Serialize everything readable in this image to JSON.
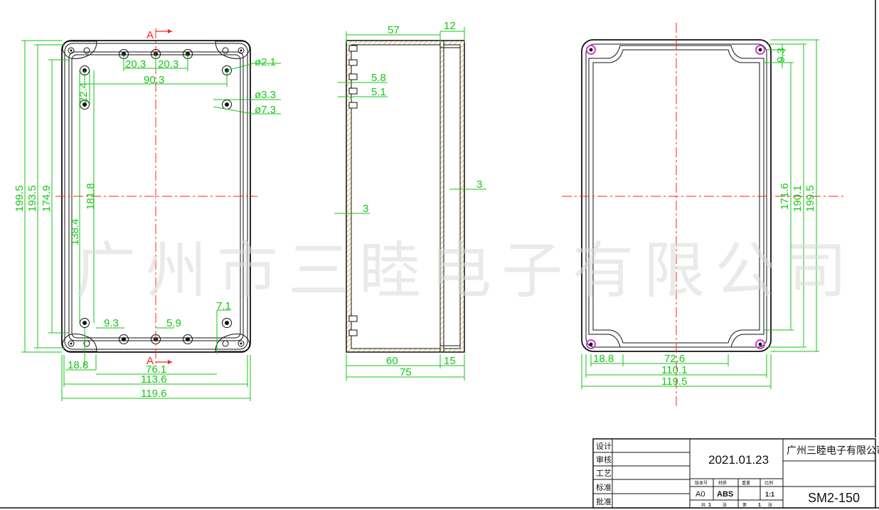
{
  "section_marks": {
    "top": "A",
    "bottom": "A"
  },
  "front_view": {
    "hole_pitch_1": "20.3",
    "hole_pitch_2": "20.3",
    "hole_span": "90.3",
    "hole_dia_small": "ø2.1",
    "hole_dia_mid": "ø3.3",
    "hole_dia_large": "ø7.3",
    "edge_offset_v": "22.4",
    "height_overall": "199.5",
    "height_2": "193.5",
    "height_3": "174.9",
    "height_4": "181.8",
    "height_5": "138.4",
    "boss_offset": "9.3",
    "boss_dia": "5.9",
    "corner_offset": "7.1",
    "width_offset": "18.8",
    "width_1": "76.1",
    "width_2": "113.6",
    "width_overall": "119.6"
  },
  "side_view": {
    "depth_body": "57",
    "depth_lid": "12",
    "groove_1": "5.8",
    "groove_2": "5.1",
    "wall_right": "3",
    "wall_left": "3",
    "bottom_body": "60",
    "bottom_lid": "15",
    "bottom_total": "75"
  },
  "back_view": {
    "corner_offset": "9.3",
    "height_1": "171.6",
    "height_2": "190.1",
    "height_overall": "199.5",
    "width_offset": "18.8",
    "width_1": "72.6",
    "width_2": "110.1",
    "width_overall": "119.5"
  },
  "watermark": "广州市三睦电子有限公司",
  "title_block": {
    "row_labels": [
      "设计",
      "审核",
      "工艺",
      "标准",
      "批准"
    ],
    "date": "2021.01.23",
    "company": "广州三睦电子有限公司",
    "attr_headers": [
      "版本号",
      "材质",
      "重量",
      "比例"
    ],
    "version": "A0",
    "material": "ABS",
    "scale": "1:1",
    "sheet_total_label": "共",
    "sheet_total_value": "1",
    "sheet_unit_1": "张",
    "sheet_no_label": "第",
    "sheet_no_value": "1",
    "sheet_unit_2": "张",
    "drawing_number": "SM2-150"
  },
  "colors": {
    "outline": "#111111",
    "dimension": "#16c616",
    "centerline": "#ff2020",
    "section_hatch": "#e0c060",
    "hole_highlight": "#d040d0"
  }
}
